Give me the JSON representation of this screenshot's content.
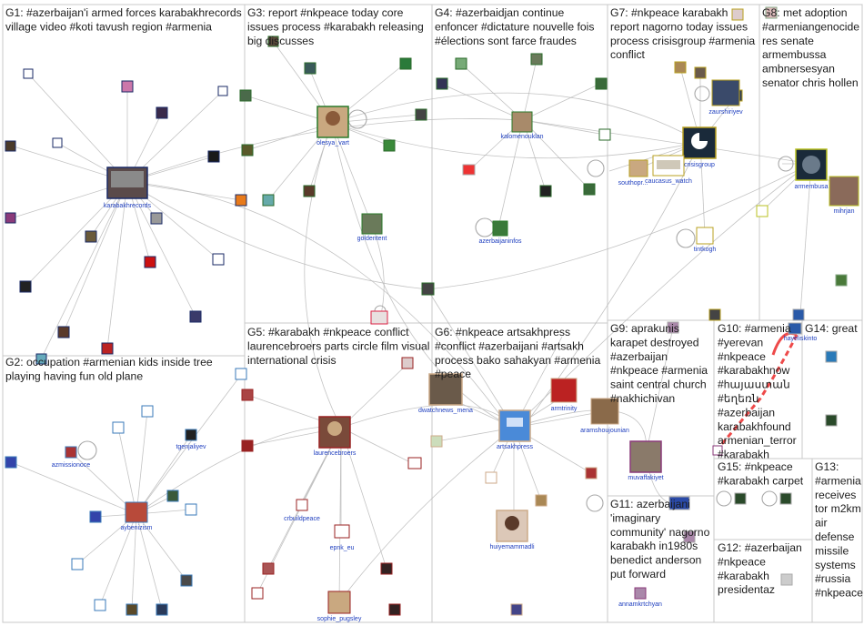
{
  "groups": [
    {
      "id": "G1",
      "label_lines": [
        "G1: #azerbaijan'i armed forces karabakhrecords",
        "village video #koti tavush region #armenia"
      ]
    },
    {
      "id": "G2",
      "label_lines": [
        "G2: occupation #armenian kids inside tree",
        "playing having fun old plane"
      ]
    },
    {
      "id": "G3",
      "label_lines": [
        "G3: report #nkpeace today core",
        "issues process #karabakh releasing",
        "big discusses"
      ]
    },
    {
      "id": "G4",
      "label_lines": [
        "G4: #azerbaidjan continue",
        "enfoncer #dictature nouvelle fois",
        "#élections sont farce fraudes"
      ]
    },
    {
      "id": "G5",
      "label_lines": [
        "G5: #karabakh #nkpeace conflict",
        "laurencebroers parts circle film visual",
        "international crisis"
      ]
    },
    {
      "id": "G6",
      "label_lines": [
        "G6: #nkpeace artsakhpress",
        "#conflict #azerbaijani #artsakh",
        "process bako sahakyan #armenia",
        "#peace"
      ]
    },
    {
      "id": "G7",
      "label_lines": [
        "G7: #nkpeace karabakh",
        "report nagorno today issues",
        "process crisisgroup #armenia",
        "conflict"
      ]
    },
    {
      "id": "G8",
      "label_lines": [
        "G8: met adoption",
        "#armeniangenocide",
        "res senate",
        "armembussa",
        "ambnersesyan",
        "senator chris hollen"
      ]
    },
    {
      "id": "G9",
      "label_lines": [
        "G9: aprakunis",
        "karapet destroyed",
        "#azerbaijan",
        "#nkpeace #armenia",
        "saint central church",
        "#nakhichivan"
      ]
    },
    {
      "id": "G10",
      "label_lines": [
        "G10: #armenia",
        "#yerevan",
        "#nkpeace",
        "#karabakhnow",
        "#hայաստան",
        "#եղեռն",
        "#azerbaijan",
        "karabakhfound",
        "armenian_terror",
        "#karabakh"
      ]
    },
    {
      "id": "G14",
      "label_lines": [
        "G14: great"
      ]
    },
    {
      "id": "G11",
      "label_lines": [
        "G11: azerbaijani",
        "'imaginary",
        "community' nagorno",
        "karabakh in1980s",
        "benedict anderson",
        "put forward"
      ]
    },
    {
      "id": "G15",
      "label_lines": [
        "G15: #nkpeace",
        "#karabakh carpet"
      ]
    },
    {
      "id": "G13",
      "label_lines": [
        "G13:",
        "#armenia",
        "receives",
        "tor m2km",
        "air",
        "defense",
        "missile",
        "systems",
        "#russia",
        "#nkpeace"
      ]
    },
    {
      "id": "G12",
      "label_lines": [
        "G12: #azerbaijan",
        "#nkpeace",
        "#karabakh",
        "presidentaz"
      ]
    }
  ],
  "nodes": [
    {
      "id": "karabakhrecords",
      "label": "karabakhrecords"
    },
    {
      "id": "olesya_vart",
      "label": "olesya_vart"
    },
    {
      "id": "goldentent",
      "label": "goldentent"
    },
    {
      "id": "kalomenouklan",
      "label": "kalomenouklan"
    },
    {
      "id": "azerbaijaninfos",
      "label": "azerbaijaninfos"
    },
    {
      "id": "zaurshiriyev",
      "label": "zaurshiriyev"
    },
    {
      "id": "crisisgroup",
      "label": "crisisgroup"
    },
    {
      "id": "caucasus_watch",
      "label": "caucasus_watch"
    },
    {
      "id": "southopr",
      "label": "southopr..."
    },
    {
      "id": "tintkogh",
      "label": "tintkogh"
    },
    {
      "id": "armembusa",
      "label": "armembusa"
    },
    {
      "id": "mihrjan",
      "label": "mihrjan"
    },
    {
      "id": "azmissionoce",
      "label": "azmissionoce"
    },
    {
      "id": "tgenjaliyev",
      "label": "tgenjaliyev"
    },
    {
      "id": "aybenizism",
      "label": "aybenizism"
    },
    {
      "id": "laurencebroers",
      "label": "laurencebroers"
    },
    {
      "id": "crbuildpeace",
      "label": "crbuildpeace"
    },
    {
      "id": "epnk_eu",
      "label": "epnk_eu"
    },
    {
      "id": "sophie_pugsley",
      "label": "sophie_pugsley"
    },
    {
      "id": "dwatchnews_mena",
      "label": "dwatchnews_mena"
    },
    {
      "id": "artsakhpress",
      "label": "artsakhpress"
    },
    {
      "id": "armtrinity",
      "label": "armtrinity"
    },
    {
      "id": "aramshoujounian",
      "label": "aramshoujounian"
    },
    {
      "id": "huiyemammadli",
      "label": "huiyemammadli"
    },
    {
      "id": "muvaffakiyet",
      "label": "muvaffakiyet"
    },
    {
      "id": "annamkrtchyan",
      "label": "annamkrtchyan"
    },
    {
      "id": "hayeliskinto",
      "label": "hayeliskinto"
    }
  ]
}
